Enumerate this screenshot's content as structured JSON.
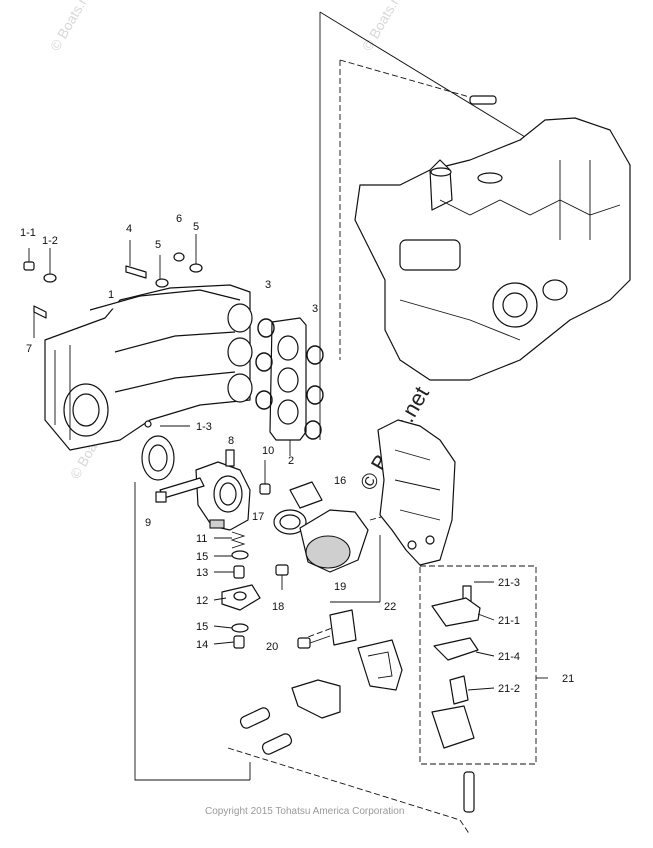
{
  "watermarks": {
    "top_left": "© Boats.net",
    "top_right": "© Boats.net",
    "left_mid": "© Boats.net",
    "center": "© Boats.net"
  },
  "copyright": "Copyright 2015 Tohatsu America Corporation",
  "callouts": {
    "c1_1": "1-1",
    "c1_2": "1-2",
    "c4": "4",
    "c6": "6",
    "c5a": "5",
    "c5b": "5",
    "c1": "1",
    "c3a": "3",
    "c3b": "3",
    "c7": "7",
    "c1_3": "1-3",
    "c2": "2",
    "c8": "8",
    "c10": "10",
    "c9": "9",
    "c16": "16",
    "c17": "17",
    "c11": "11",
    "c15a": "15",
    "c13": "13",
    "c12": "12",
    "c18": "18",
    "c15b": "15",
    "c14": "14",
    "c19": "19",
    "c22": "22",
    "c20": "20",
    "c21_3": "21-3",
    "c21_1": "21-1",
    "c21_4": "21-4",
    "c21_2": "21-2",
    "c21": "21"
  }
}
